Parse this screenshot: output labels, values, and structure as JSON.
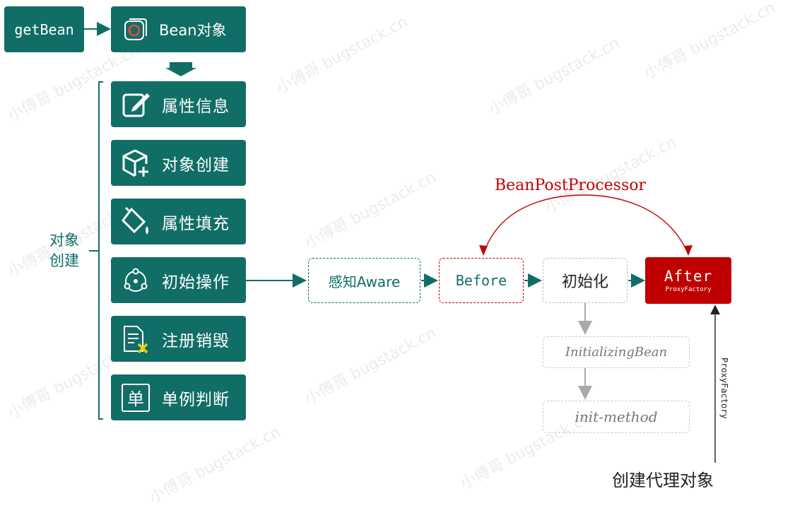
{
  "watermark": "小傅哥 bugstack.cn",
  "get_bean": "getBean",
  "bean_object": "Bean对象",
  "steps": [
    {
      "label": "属性信息",
      "icon": "edit-icon"
    },
    {
      "label": "对象创建",
      "icon": "cube-add-icon"
    },
    {
      "label": "属性填充",
      "icon": "paint-bucket-icon"
    },
    {
      "label": "初始操作",
      "icon": "circle-nodes-icon"
    },
    {
      "label": "注册销毁",
      "icon": "document-delete-icon"
    },
    {
      "label": "单例判断",
      "icon": "single-char-icon"
    }
  ],
  "single_char": "单",
  "side_label": "对象\n创建",
  "aware": "感知Aware",
  "before": "Before",
  "init": "初始化",
  "after": "After",
  "after_sub": "ProxyFactory",
  "post_processor": "BeanPostProcessor",
  "initializing_bean": "InitializingBean",
  "init_method": "init-method",
  "proxy_factory_vertical": "ProxyFactory",
  "create_proxy": "创建代理对象",
  "colors": {
    "green": "#116e67",
    "red": "#c00000",
    "gray": "#aaaaaa"
  }
}
